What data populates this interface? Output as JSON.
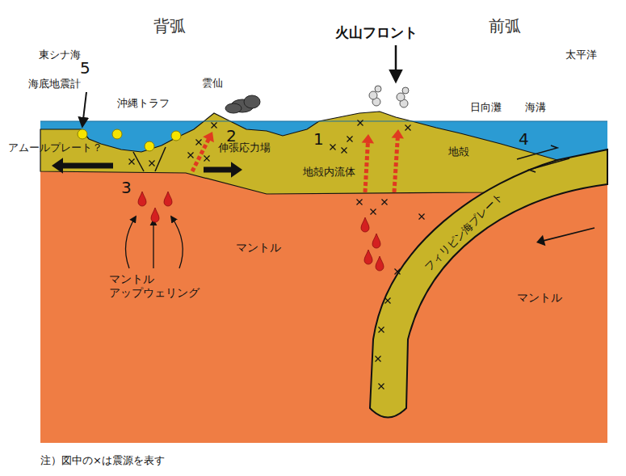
{
  "diagram": {
    "caption": "注）図中の×は震源を表す",
    "labels": [
      "背弧",
      "火山フロント",
      "前弧",
      "東シナ海",
      "太平洋",
      "5",
      "海底地震計",
      "沖縄トラフ",
      "雲仙",
      "日向灘",
      "海溝",
      "2",
      "1",
      "4",
      "アムールプレート？",
      "伸張応力場",
      "地殻内流体",
      "地殻",
      "3",
      "フィリピン海プレート",
      "マントル",
      "マントル",
      "マントル アップウェリング"
    ]
  }
}
